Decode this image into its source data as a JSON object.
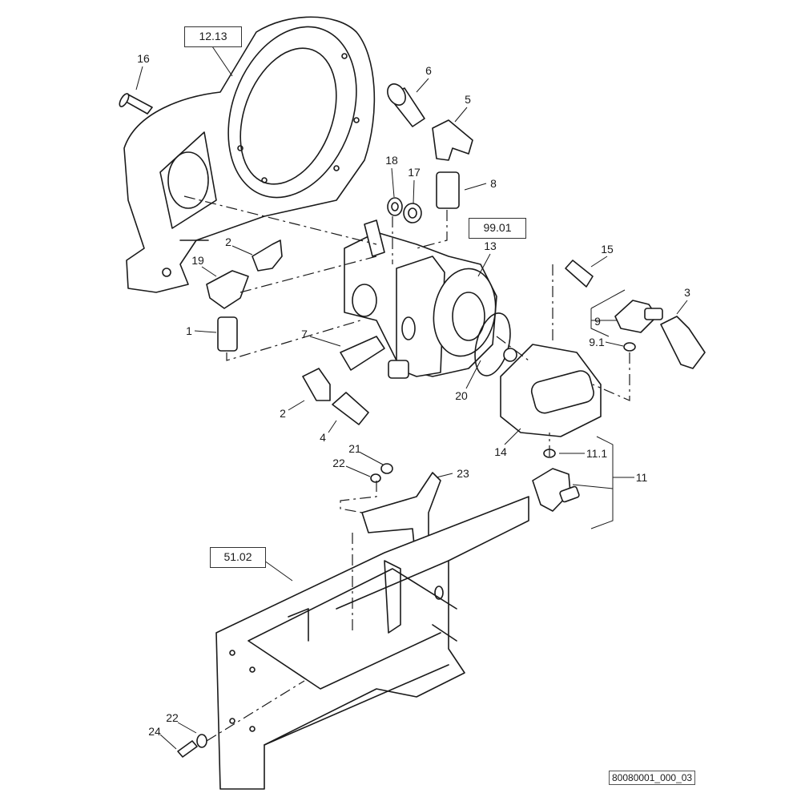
{
  "references": {
    "housing": "12.13",
    "pump_group": "99.01",
    "frame": "51.02"
  },
  "callouts": [
    "16",
    "6",
    "5",
    "18",
    "17",
    "8",
    "13",
    "15",
    "2",
    "19",
    "3",
    "9",
    "9.1",
    "1",
    "7",
    "20",
    "2",
    "4",
    "14",
    "11.1",
    "21",
    "22",
    "23",
    "11",
    "22",
    "24"
  ],
  "drawing_id": "80080001_000_03"
}
